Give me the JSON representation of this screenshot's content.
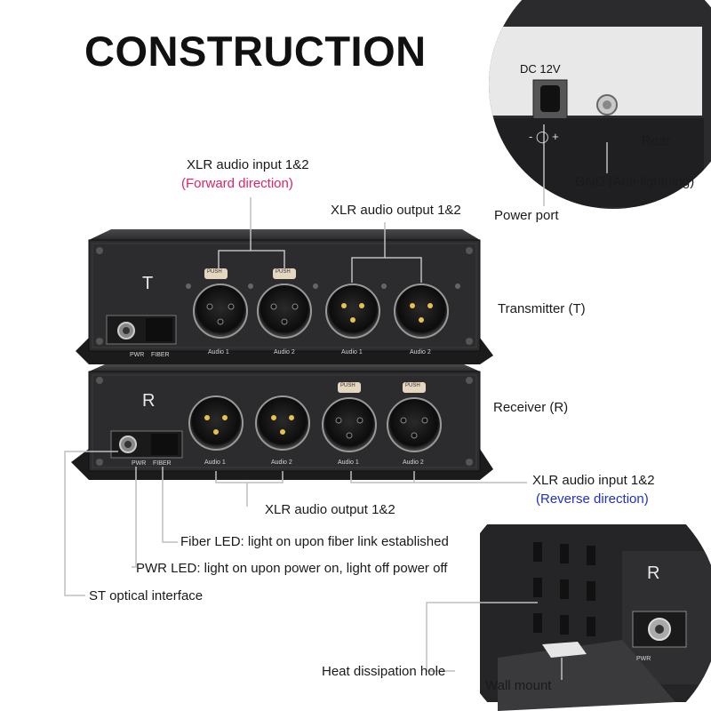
{
  "title": "CONSTRUCTION",
  "rear_inset": {
    "dc_label": "DC 12V",
    "polarity": "- ◯ +",
    "side_label": "Rear"
  },
  "callouts": {
    "xlr_input_forward": "XLR audio input 1&2",
    "forward_direction": "(Forward direction)",
    "xlr_output_top": "XLR audio output 1&2",
    "transmitter": "Transmitter (T)",
    "receiver": "Receiver (R)",
    "xlr_input_reverse": "XLR audio input 1&2",
    "reverse_direction": "(Reverse direction)",
    "xlr_output_bottom": "XLR audio output 1&2",
    "fiber_led": "Fiber LED: light on upon fiber link established",
    "pwr_led": "PWR LED: light on upon power on, light off power off",
    "st_optical": "ST optical interface",
    "heat_hole": "Heat dissipation hole",
    "wall_mount": "Wall mount",
    "power_port": "Power port",
    "gnd": "GND (Anti-lightning)"
  },
  "transmitter_panel": {
    "letter": "T",
    "pwr": "PWR",
    "fiber": "FIBER",
    "ports": [
      "Audio 1",
      "Audio 2",
      "Audio 1",
      "Audio 2"
    ],
    "push": [
      "PUSH",
      "PUSH"
    ]
  },
  "receiver_panel": {
    "letter": "R",
    "pwr": "PWR",
    "fiber": "FIBER",
    "ports": [
      "Audio 1",
      "Audio 2",
      "Audio 1",
      "Audio 2"
    ],
    "push": [
      "PUSH",
      "PUSH"
    ]
  },
  "bottom_inset": {
    "letter": "R",
    "pwr": "PWR"
  }
}
